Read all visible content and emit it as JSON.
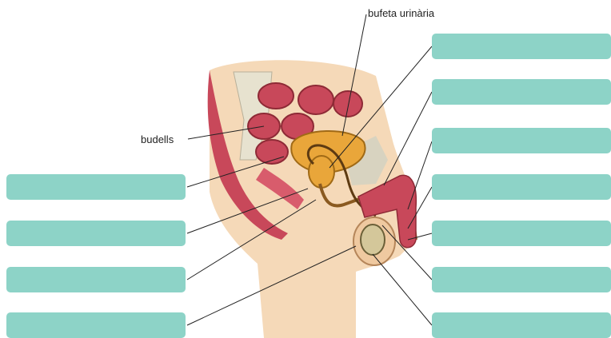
{
  "labels": {
    "bladder": "bufeta urinària",
    "intestines": "budells"
  },
  "blank_boxes": [
    {
      "id": "left-1",
      "text": ""
    },
    {
      "id": "left-2",
      "text": ""
    },
    {
      "id": "left-3",
      "text": ""
    },
    {
      "id": "left-4",
      "text": ""
    },
    {
      "id": "right-1",
      "text": ""
    },
    {
      "id": "right-2",
      "text": ""
    },
    {
      "id": "right-3",
      "text": ""
    },
    {
      "id": "right-4",
      "text": ""
    },
    {
      "id": "right-5",
      "text": ""
    },
    {
      "id": "right-6",
      "text": ""
    },
    {
      "id": "right-7",
      "text": ""
    }
  ],
  "colors": {
    "box": "#8dd3c7",
    "skin": "#f5d9b8",
    "muscle": "#c8485a",
    "bladder": "#e9a63a",
    "bone": "#e7e2cf"
  }
}
